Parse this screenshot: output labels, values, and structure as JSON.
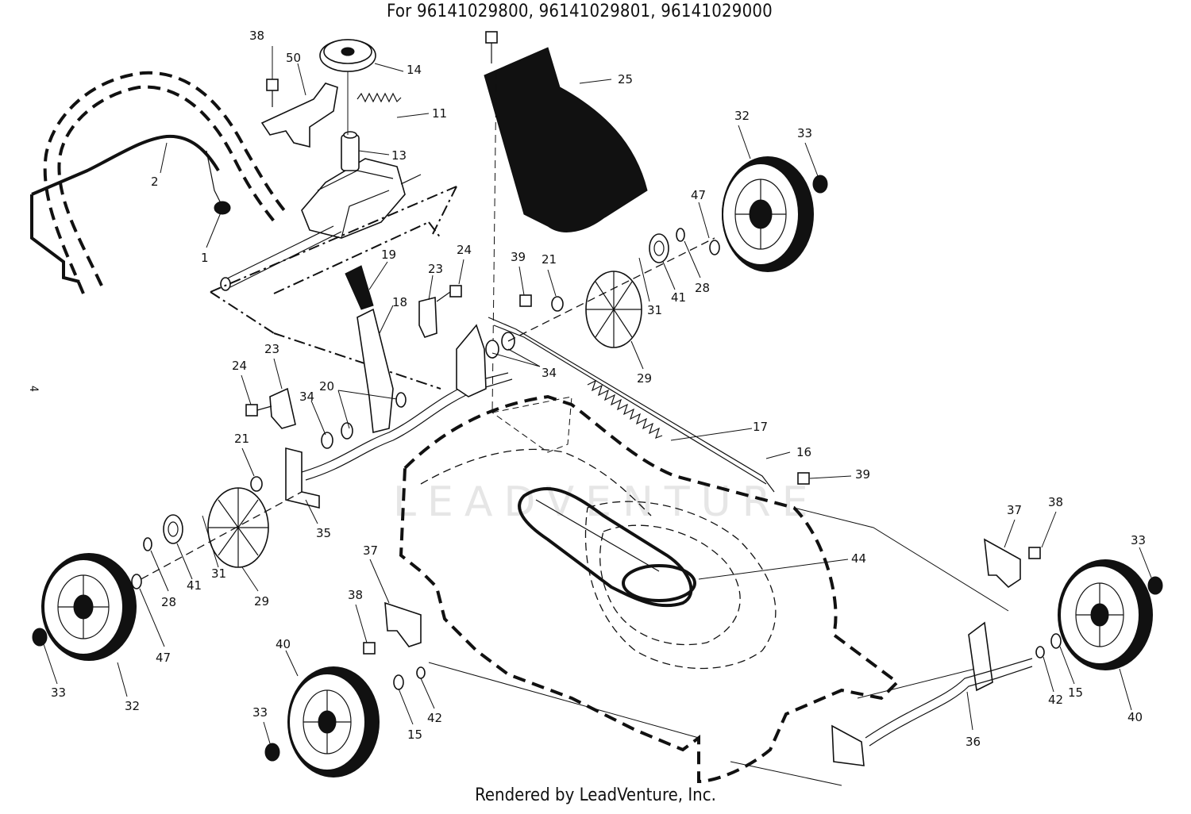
{
  "header": {
    "title": "For 96141029800, 96141029801, 96141029000"
  },
  "page_number": "4",
  "footer": {
    "credit": "Rendered by LeadVenture, Inc."
  },
  "watermark": "LEADVENTURE",
  "callouts": [
    {
      "id": "c1",
      "text": "1"
    },
    {
      "id": "c2",
      "text": "2"
    },
    {
      "id": "c11",
      "text": "11"
    },
    {
      "id": "c13",
      "text": "13"
    },
    {
      "id": "c14",
      "text": "14"
    },
    {
      "id": "c16",
      "text": "16"
    },
    {
      "id": "c17",
      "text": "17"
    },
    {
      "id": "c18",
      "text": "18"
    },
    {
      "id": "c19",
      "text": "19"
    },
    {
      "id": "c20",
      "text": "20"
    },
    {
      "id": "c21a",
      "text": "21"
    },
    {
      "id": "c21b",
      "text": "21"
    },
    {
      "id": "c23a",
      "text": "23"
    },
    {
      "id": "c23b",
      "text": "23"
    },
    {
      "id": "c24a",
      "text": "24"
    },
    {
      "id": "c24b",
      "text": "24"
    },
    {
      "id": "c25",
      "text": "25"
    },
    {
      "id": "c28a",
      "text": "28"
    },
    {
      "id": "c28b",
      "text": "28"
    },
    {
      "id": "c29a",
      "text": "29"
    },
    {
      "id": "c29b",
      "text": "29"
    },
    {
      "id": "c31a",
      "text": "31"
    },
    {
      "id": "c31b",
      "text": "31"
    },
    {
      "id": "c32a",
      "text": "32"
    },
    {
      "id": "c32b",
      "text": "32"
    },
    {
      "id": "c33a",
      "text": "33"
    },
    {
      "id": "c33b",
      "text": "33"
    },
    {
      "id": "c33c",
      "text": "33"
    },
    {
      "id": "c33d",
      "text": "33"
    },
    {
      "id": "c34a",
      "text": "34"
    },
    {
      "id": "c34b",
      "text": "34"
    },
    {
      "id": "c35",
      "text": "35"
    },
    {
      "id": "c36",
      "text": "36"
    },
    {
      "id": "c37a",
      "text": "37"
    },
    {
      "id": "c37b",
      "text": "37"
    },
    {
      "id": "c38a",
      "text": "38"
    },
    {
      "id": "c38b",
      "text": "38"
    },
    {
      "id": "c38c",
      "text": "38"
    },
    {
      "id": "c39a",
      "text": "39"
    },
    {
      "id": "c39b",
      "text": "39"
    },
    {
      "id": "c40a",
      "text": "40"
    },
    {
      "id": "c40b",
      "text": "40"
    },
    {
      "id": "c41a",
      "text": "41"
    },
    {
      "id": "c41b",
      "text": "41"
    },
    {
      "id": "c42a",
      "text": "42"
    },
    {
      "id": "c42b",
      "text": "42"
    },
    {
      "id": "c44",
      "text": "44"
    },
    {
      "id": "c47a",
      "text": "47"
    },
    {
      "id": "c47b",
      "text": "47"
    },
    {
      "id": "c50",
      "text": "50"
    }
  ]
}
